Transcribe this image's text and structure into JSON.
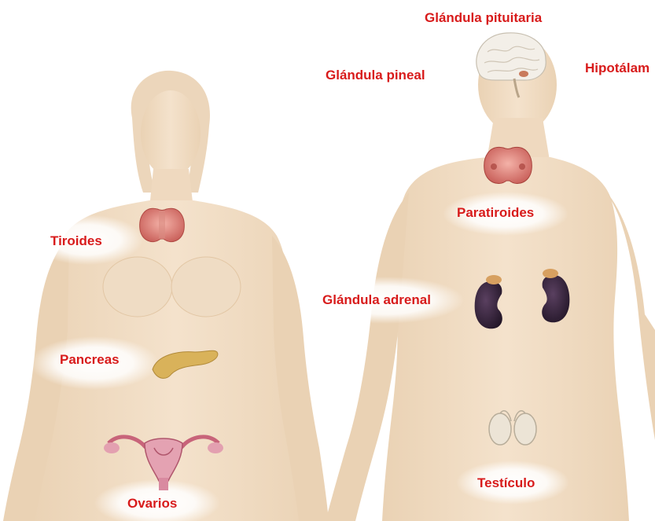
{
  "labels": {
    "pituitary": "Glándula pituitaria",
    "pineal": "Glándula pineal",
    "hypothalamus": "Hipotálam",
    "thyroid": "Tiroides",
    "parathyroid": "Paratiroides",
    "adrenal": "Glándula adrenal",
    "pancreas": "Pancreas",
    "testicle": "Testículo",
    "ovaries": "Ovarios"
  },
  "colors": {
    "label": "#d81b1b",
    "skin": "#f1dcc3",
    "skin_edge": "#e6c9a6",
    "glow": "#ffffff"
  }
}
